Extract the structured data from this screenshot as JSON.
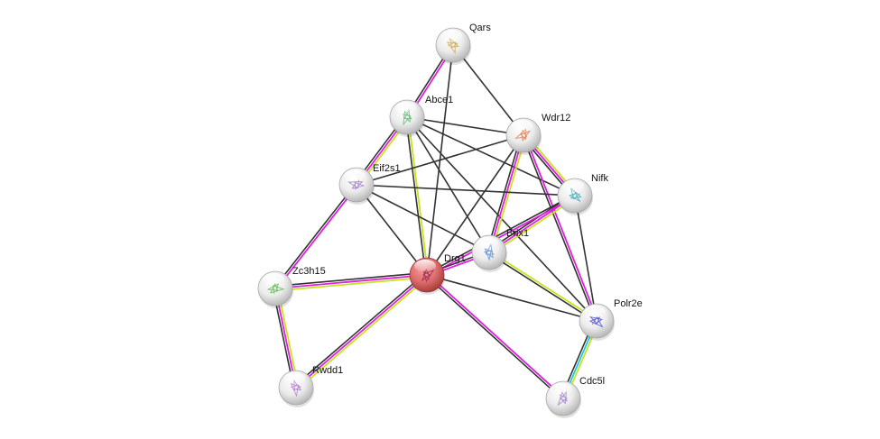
{
  "title": "Protein interaction network",
  "evidence_colors": {
    "textmining": "#c8e31e",
    "experiments": "#e01ee0",
    "coexpression": "#333333",
    "database": "#1ec8e0"
  },
  "nodes": [
    {
      "id": "Qars",
      "label": "Qars",
      "query": false,
      "structure_hue": "#c9a84a"
    },
    {
      "id": "Abce1",
      "label": "Abce1",
      "query": false,
      "structure_hue": "#5ab86b"
    },
    {
      "id": "Wdr12",
      "label": "Wdr12",
      "query": false,
      "structure_hue": "#d8784a"
    },
    {
      "id": "Eif2s1",
      "label": "Eif2s1",
      "query": false,
      "structure_hue": "#a07ac8"
    },
    {
      "id": "Nifk",
      "label": "Nifk",
      "query": false,
      "structure_hue": "#3aa8b8"
    },
    {
      "id": "Brix1",
      "label": "Brix1",
      "query": false,
      "structure_hue": "#5a8ad8"
    },
    {
      "id": "Drg1",
      "label": "Drg1",
      "query": true,
      "structure_hue": "#9a2050"
    },
    {
      "id": "Zc3h15",
      "label": "Zc3h15",
      "query": false,
      "structure_hue": "#58b848"
    },
    {
      "id": "Polr2e",
      "label": "Polr2e",
      "query": false,
      "structure_hue": "#4a4ac8"
    },
    {
      "id": "Rwdd1",
      "label": "Rwdd1",
      "query": false,
      "structure_hue": "#b07ad0"
    },
    {
      "id": "Cdc5l",
      "label": "Cdc5l",
      "query": false,
      "structure_hue": "#a080c8"
    }
  ],
  "edges": [
    {
      "source": "Qars",
      "target": "Abce1",
      "evidence": [
        "experiments",
        "coexpression"
      ]
    },
    {
      "source": "Qars",
      "target": "Drg1",
      "evidence": [
        "coexpression"
      ]
    },
    {
      "source": "Qars",
      "target": "Wdr12",
      "evidence": [
        "coexpression"
      ]
    },
    {
      "source": "Abce1",
      "target": "Wdr12",
      "evidence": [
        "coexpression"
      ]
    },
    {
      "source": "Abce1",
      "target": "Nifk",
      "evidence": [
        "coexpression"
      ]
    },
    {
      "source": "Abce1",
      "target": "Brix1",
      "evidence": [
        "coexpression"
      ]
    },
    {
      "source": "Abce1",
      "target": "Drg1",
      "evidence": [
        "textmining",
        "coexpression"
      ]
    },
    {
      "source": "Abce1",
      "target": "Eif2s1",
      "evidence": [
        "textmining",
        "experiments",
        "coexpression"
      ]
    },
    {
      "source": "Abce1",
      "target": "Polr2e",
      "evidence": [
        "coexpression"
      ]
    },
    {
      "source": "Wdr12",
      "target": "Eif2s1",
      "evidence": [
        "coexpression"
      ]
    },
    {
      "source": "Wdr12",
      "target": "Nifk",
      "evidence": [
        "textmining",
        "experiments",
        "coexpression"
      ]
    },
    {
      "source": "Wdr12",
      "target": "Brix1",
      "evidence": [
        "textmining",
        "experiments",
        "coexpression"
      ]
    },
    {
      "source": "Wdr12",
      "target": "Drg1",
      "evidence": [
        "coexpression"
      ]
    },
    {
      "source": "Wdr12",
      "target": "Polr2e",
      "evidence": [
        "experiments",
        "coexpression"
      ]
    },
    {
      "source": "Eif2s1",
      "target": "Nifk",
      "evidence": [
        "coexpression"
      ]
    },
    {
      "source": "Eif2s1",
      "target": "Brix1",
      "evidence": [
        "coexpression"
      ]
    },
    {
      "source": "Eif2s1",
      "target": "Drg1",
      "evidence": [
        "coexpression"
      ]
    },
    {
      "source": "Eif2s1",
      "target": "Zc3h15",
      "evidence": [
        "experiments",
        "coexpression"
      ]
    },
    {
      "source": "Nifk",
      "target": "Brix1",
      "evidence": [
        "textmining",
        "experiments",
        "coexpression"
      ]
    },
    {
      "source": "Nifk",
      "target": "Polr2e",
      "evidence": [
        "coexpression"
      ]
    },
    {
      "source": "Nifk",
      "target": "Drg1",
      "evidence": [
        "experiments",
        "coexpression"
      ]
    },
    {
      "source": "Brix1",
      "target": "Drg1",
      "evidence": [
        "experiments",
        "coexpression"
      ]
    },
    {
      "source": "Brix1",
      "target": "Polr2e",
      "evidence": [
        "textmining",
        "coexpression"
      ]
    },
    {
      "source": "Drg1",
      "target": "Zc3h15",
      "evidence": [
        "textmining",
        "experiments",
        "coexpression"
      ]
    },
    {
      "source": "Drg1",
      "target": "Rwdd1",
      "evidence": [
        "textmining",
        "experiments",
        "coexpression"
      ]
    },
    {
      "source": "Drg1",
      "target": "Polr2e",
      "evidence": [
        "coexpression"
      ]
    },
    {
      "source": "Drg1",
      "target": "Cdc5l",
      "evidence": [
        "experiments",
        "coexpression"
      ]
    },
    {
      "source": "Zc3h15",
      "target": "Rwdd1",
      "evidence": [
        "textmining",
        "experiments",
        "coexpression"
      ]
    },
    {
      "source": "Polr2e",
      "target": "Cdc5l",
      "evidence": [
        "textmining",
        "database",
        "coexpression"
      ]
    }
  ]
}
